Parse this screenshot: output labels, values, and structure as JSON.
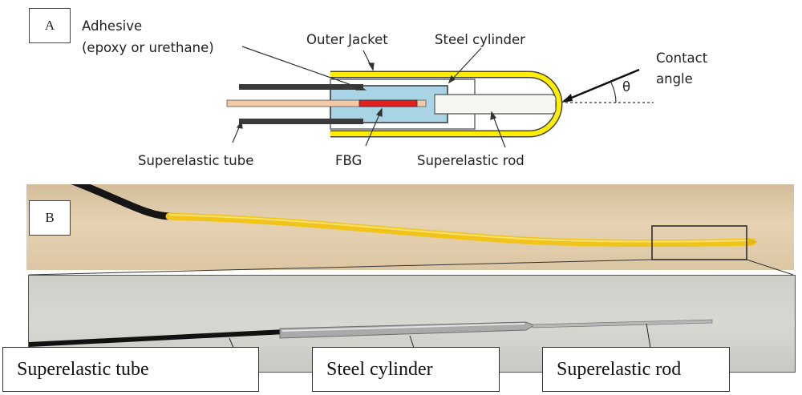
{
  "panel_a": {
    "tag": "A",
    "labels": {
      "adhesive_line1": "Adhesive",
      "adhesive_line2": "(epoxy or urethane)",
      "outer_jacket": "Outer Jacket",
      "steel_cylinder": "Steel cylinder",
      "contact_line1": "Contact",
      "contact_line2": "angle",
      "theta": "θ",
      "superelastic_tube": "Superelastic tube",
      "fbg": "FBG",
      "superelastic_rod": "Superelastic rod"
    },
    "colors": {
      "outer_jacket": "#ffee00",
      "adhesive": "#a9d4e6",
      "fbg": "#e02020",
      "fiber": "#f2c9a5",
      "tube": "#3a3a3a",
      "rod": "#f5f5f2"
    }
  },
  "panel_b": {
    "tag": "B",
    "callouts": {
      "tube": "Superelastic tube",
      "cylinder": "Steel cylinder",
      "rod": "Superelastic rod"
    }
  }
}
